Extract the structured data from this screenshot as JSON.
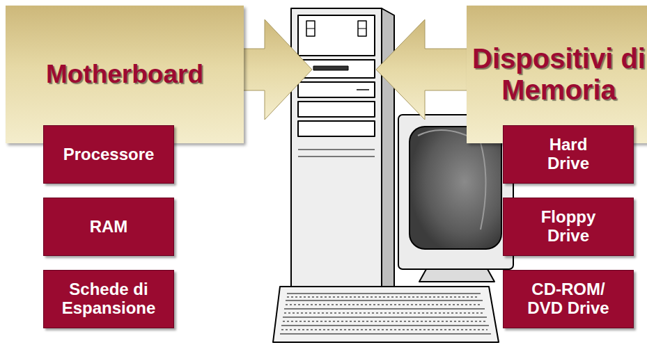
{
  "diagram": {
    "nodes": [
      {
        "text": [
          "Motherboard"
        ]
      },
      {
        "text": [
          "Processore"
        ]
      },
      {
        "text": [
          "RAM"
        ]
      },
      {
        "text": [
          "Schede di Espansione"
        ]
      },
      {
        "text": [
          "Dispositivi di Memoria"
        ]
      },
      {
        "text": [
          "Hard Drive"
        ]
      },
      {
        "text": [
          "Floppy Drive"
        ]
      },
      {
        "text": [
          "CD-ROM/ DVD Drive"
        ]
      }
    ]
  }
}
